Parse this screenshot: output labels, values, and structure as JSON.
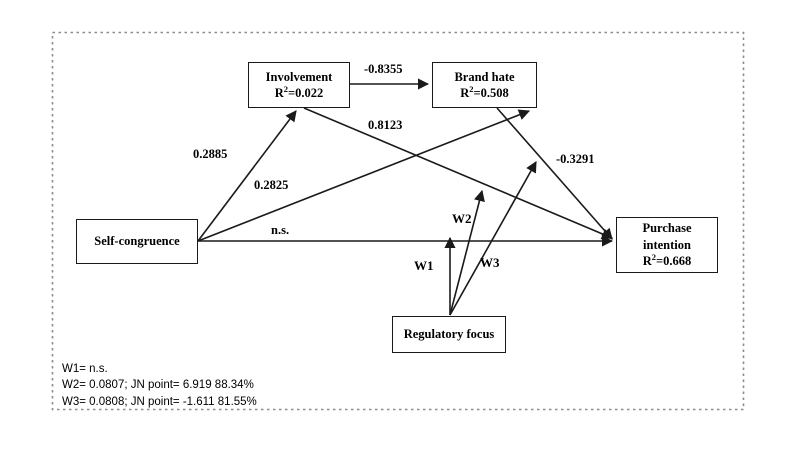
{
  "diagram": {
    "type": "path-model",
    "title": "",
    "nodes": [
      {
        "id": "involvement",
        "label": "Involvement",
        "stat_prefix": "R",
        "stat_exp": "2",
        "stat_value": "=0.022",
        "stat_full": "R2=0.022"
      },
      {
        "id": "brand-hate",
        "label": "Brand hate",
        "stat_prefix": "R",
        "stat_exp": "2",
        "stat_value": "=0.508",
        "stat_full": "R2=0.508"
      },
      {
        "id": "self-congruence",
        "label": "Self-congruence",
        "stat_prefix": "",
        "stat_exp": "",
        "stat_value": "",
        "stat_full": ""
      },
      {
        "id": "purchase-intention",
        "label_line1": "Purchase",
        "label_line2": "intention",
        "stat_prefix": "R",
        "stat_exp": "2",
        "stat_value": "=0.668",
        "stat_full": "R2=0.668"
      },
      {
        "id": "regulatory-focus",
        "label": "Regulatory focus",
        "stat_prefix": "",
        "stat_exp": "",
        "stat_value": "",
        "stat_full": ""
      }
    ],
    "edges": [
      {
        "id": "involvement-to-brand-hate",
        "from": "involvement",
        "to": "brand-hate",
        "coefficient": "-0.8355"
      },
      {
        "id": "self-congruence-to-involvement",
        "from": "self-congruence",
        "to": "involvement",
        "coefficient": "0.2885"
      },
      {
        "id": "self-congruence-to-brand-hate",
        "from": "self-congruence",
        "to": "brand-hate",
        "coefficient": "0.2825"
      },
      {
        "id": "involvement-to-purchase-intention",
        "from": "involvement",
        "to": "purchase-intention",
        "coefficient": "0.8123"
      },
      {
        "id": "brand-hate-to-purchase-intention",
        "from": "brand-hate",
        "to": "purchase-intention",
        "coefficient": "-0.3291"
      },
      {
        "id": "self-congruence-to-purchase-intention",
        "from": "self-congruence",
        "to": "purchase-intention",
        "coefficient": "n.s."
      },
      {
        "id": "moderator-w1",
        "from": "regulatory-focus",
        "to": "self-congruence-to-purchase-intention",
        "coefficient": "W1"
      },
      {
        "id": "moderator-w2",
        "from": "regulatory-focus",
        "to": "self-congruence-to-brand-hate",
        "coefficient": "W2"
      },
      {
        "id": "moderator-w3",
        "from": "regulatory-focus",
        "to": "brand-hate-to-purchase-intention",
        "coefficient": "W3"
      }
    ],
    "legend": {
      "line1": "W1= n.s.",
      "line2": "W2= 0.0807; JN point= 6.919  88.34%",
      "line3": "W3= 0.0808; JN point= -1.611  81.55%"
    },
    "colors": {
      "stroke": "#1a1a1a",
      "text": "#000000",
      "background": "#ffffff",
      "border_dotted": "#808080"
    }
  }
}
